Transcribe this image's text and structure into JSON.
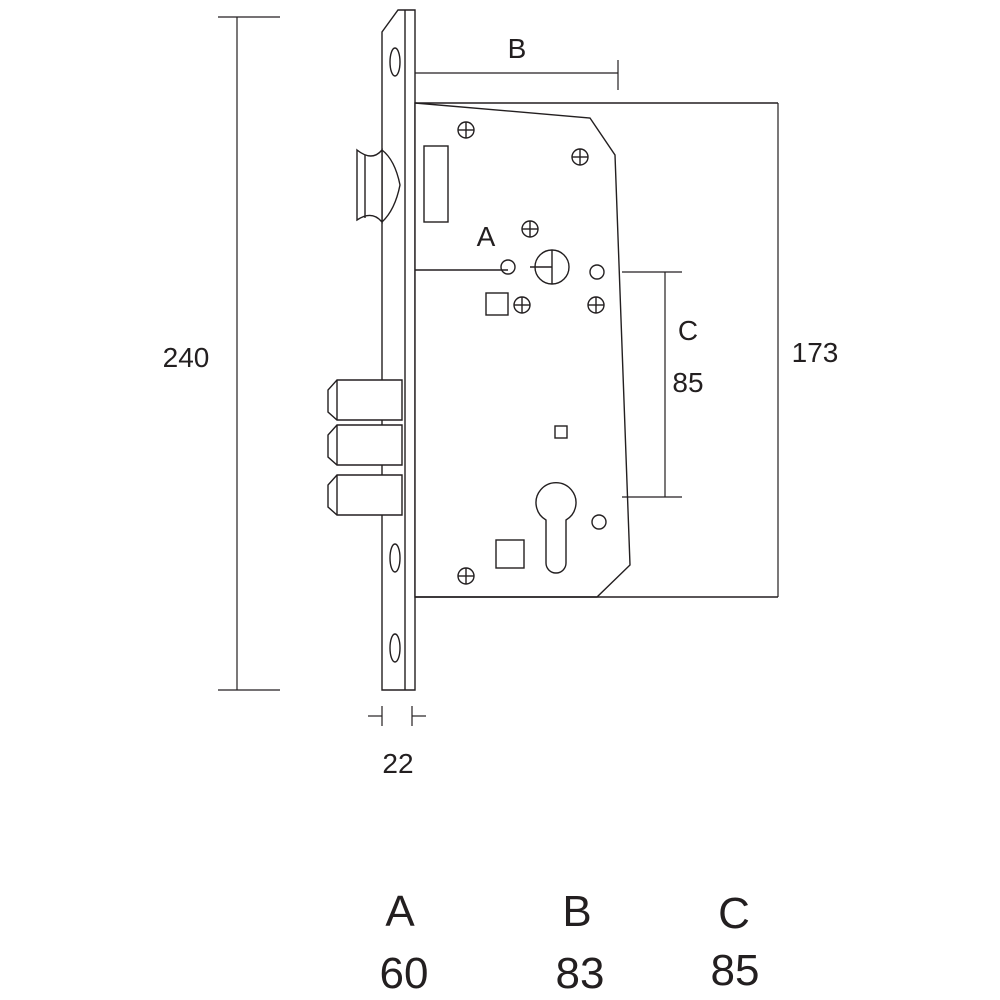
{
  "dimensions": {
    "height_total": "240",
    "body_height": "173",
    "faceplate_width": "22",
    "label_a": "A",
    "label_b": "B",
    "label_c": "C",
    "c_value_inline": "85"
  },
  "spec_table": [
    {
      "letter": "A",
      "value": "60"
    },
    {
      "letter": "B",
      "value": "83"
    },
    {
      "letter": "C",
      "value": "85"
    }
  ],
  "colors": {
    "line": "#231f20",
    "background": "#ffffff"
  }
}
